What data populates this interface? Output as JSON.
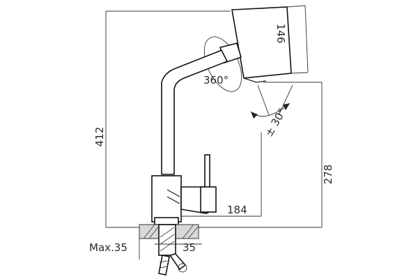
{
  "dimensions": {
    "height_total": "412",
    "spout_width": "146",
    "swivel_angle": "360°",
    "tilt_angle": "± 30°",
    "outlet_height": "278",
    "reach": "184",
    "max_deck_thickness": "Max.35",
    "hole_diameter": "35"
  }
}
